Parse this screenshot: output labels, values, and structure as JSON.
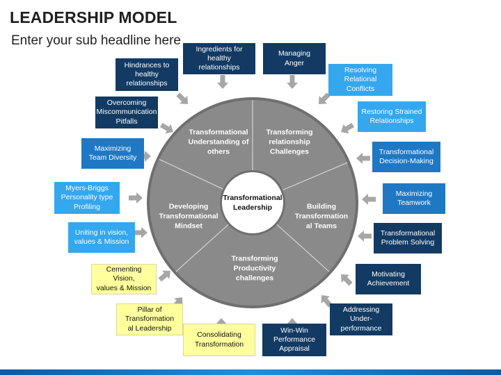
{
  "header": {
    "title": "LEADERSHIP MODEL",
    "subtitle": "Enter your sub headline here"
  },
  "colors": {
    "ring": "#8a8a8a",
    "ring_outer": "#6f6f6f",
    "navy": "#123a62",
    "blue": "#1f78c4",
    "cyan": "#34a7ee",
    "yellow": "#ffff9e",
    "arrow": "#a6a6a6"
  },
  "center": {
    "label": "Transformational\nLeadership"
  },
  "segments": [
    {
      "label": "Transformational\nUnderstanding of\nothers"
    },
    {
      "label": "Transforming\nrelationship\nChallenges"
    },
    {
      "label": "Building\nTransformation\nal Teams"
    },
    {
      "label": "Transforming\nProductivity\nchallenges"
    },
    {
      "label": "Developing\nTransformational\nMindset"
    }
  ],
  "boxes": [
    {
      "label": "Ingredients for\nhealthy\nrelationships",
      "style": "navy",
      "icon": "arrow-down-icon"
    },
    {
      "label": "Managing\nAnger",
      "style": "navy",
      "icon": "arrow-down-icon"
    },
    {
      "label": "Resolving\nRelational\nConflicts",
      "style": "cyan",
      "icon": "arrow-down-left-icon"
    },
    {
      "label": "Restoring Strained\nRelationships",
      "style": "cyan",
      "icon": "arrow-down-left-icon"
    },
    {
      "label": "Transformational\nDecision-Making",
      "style": "blue",
      "icon": "arrow-left-icon"
    },
    {
      "label": "Maximizing\nTeamwork",
      "style": "blue",
      "icon": "arrow-left-icon"
    },
    {
      "label": "Transformational\nProblem Solving",
      "style": "navy",
      "icon": "arrow-left-icon"
    },
    {
      "label": "Motivating\nAchievement",
      "style": "navy",
      "icon": "arrow-up-left-icon"
    },
    {
      "label": "Addressing\nUnder-\nperformance",
      "style": "navy",
      "icon": "arrow-up-left-icon"
    },
    {
      "label": "Win-Win\nPerformance\nAppraisal",
      "style": "navy",
      "icon": "arrow-up-icon"
    },
    {
      "label": "Consolidating\nTransformation",
      "style": "yellow",
      "icon": "arrow-up-icon"
    },
    {
      "label": "Pillar  of\nTransformation\nal Leadership",
      "style": "yellow",
      "icon": "arrow-up-right-icon"
    },
    {
      "label": "Cementing Vision,\nvalues & Mission",
      "style": "yellow",
      "icon": "arrow-up-right-icon"
    },
    {
      "label": "Uniting in vision,\nvalues & Mission",
      "style": "cyan",
      "icon": "arrow-right-icon"
    },
    {
      "label": "Myers-Briggs\nPersonality type\nProfiling",
      "style": "cyan",
      "icon": "arrow-right-icon"
    },
    {
      "label": "Maximizing\nTeam Diversity",
      "style": "blue",
      "icon": "arrow-right-icon"
    },
    {
      "label": "Overcoming\nMiscommunication\nPitfalls",
      "style": "navy",
      "icon": "arrow-down-right-icon"
    },
    {
      "label": "Hindrances to\nhealthy\nrelationships",
      "style": "navy",
      "icon": "arrow-down-right-icon"
    }
  ]
}
